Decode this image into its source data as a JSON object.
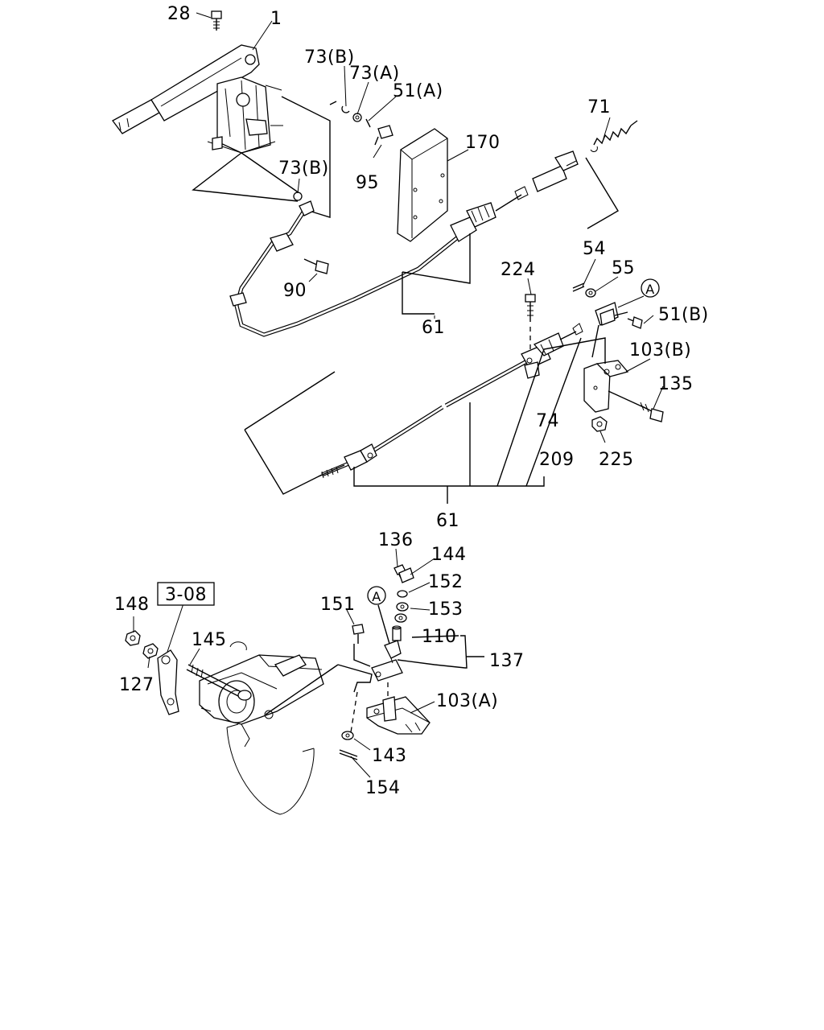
{
  "labels": {
    "l28": "28",
    "l1": "1",
    "l73b_top": "73(B)",
    "l73a": "73(A)",
    "l51a": "51(A)",
    "l71": "71",
    "l170": "170",
    "l95": "95",
    "l73b_mid": "73(B)",
    "l90": "90",
    "l61_top": "61",
    "l54": "54",
    "l55": "55",
    "l224": "224",
    "l51b": "51(B)",
    "l103b": "103(B)",
    "l135": "135",
    "l74": "74",
    "l209": "209",
    "l225": "225",
    "l61_bottom": "61",
    "l136": "136",
    "l144": "144",
    "l152": "152",
    "l153": "153",
    "l151": "151",
    "l110": "110",
    "l137": "137",
    "l148": "148",
    "l308": "3-08",
    "l145": "145",
    "l127": "127",
    "l103a": "103(A)",
    "l143": "143",
    "l154": "154"
  },
  "callouts": {
    "a_top": "A",
    "a_bottom": "A"
  },
  "icons": {
    "lever": "parking-brake-lever-icon",
    "cable": "brake-cable-icon",
    "transmission": "transmission-housing-icon"
  }
}
